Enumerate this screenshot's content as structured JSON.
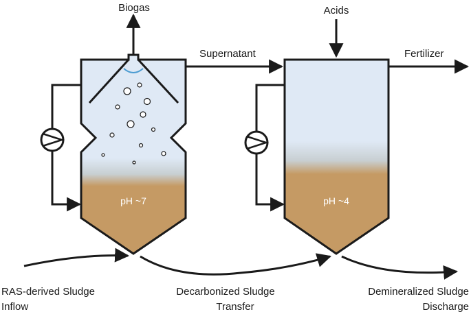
{
  "labels": {
    "biogas": "Biogas",
    "acids": "Acids",
    "supernatant": "Supernatant",
    "fertilizer": "Fertilizer",
    "ph_reactor1": "pH ~7",
    "ph_reactor2": "pH ~4",
    "inflow_line1": "RAS-derived Sludge",
    "inflow_line2": "Inflow",
    "transfer_line1": "Decarbonized Sludge",
    "transfer_line2": "Transfer",
    "discharge_line1": "Demineralized Sludge",
    "discharge_line2": "Discharge"
  },
  "colors": {
    "liquid": "#dfe9f5",
    "sludge": "#c59a64",
    "outline": "#1a1a1a",
    "gas_dome": "#4a9bd1"
  }
}
